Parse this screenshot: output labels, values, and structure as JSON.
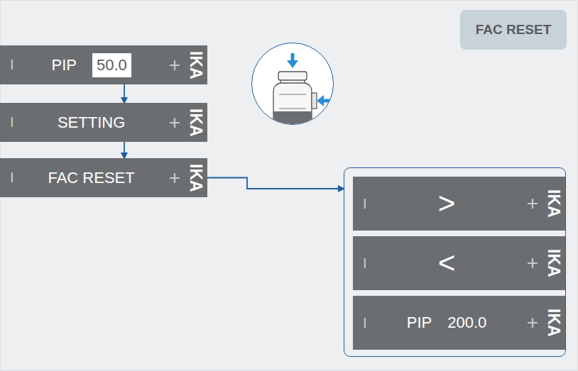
{
  "diagram": {
    "nodes": [
      {
        "text": [
          "FAC RESET"
        ]
      },
      {
        "text": [
          "I",
          "PIP",
          "50.0",
          "+",
          "IKA"
        ]
      },
      {
        "text": [
          "I",
          "SETTING",
          "+",
          "IKA"
        ]
      },
      {
        "text": [
          "I",
          "FAC RESET",
          "+",
          "IKA"
        ]
      },
      {
        "text": []
      },
      {
        "text": [
          "I",
          ">",
          "+",
          "IKA"
        ],
        "in": 4
      },
      {
        "text": [
          "I",
          "<",
          "+",
          "IKA"
        ],
        "in": 4
      },
      {
        "text": [
          "I",
          "PIP",
          "200.0",
          "+",
          "IKA"
        ],
        "in": 4
      }
    ],
    "edges": [
      {
        "from": 1,
        "to": 2,
        "arrow": "to"
      },
      {
        "from": 2,
        "to": 3,
        "arrow": "to"
      },
      {
        "from": 3,
        "to": 4,
        "arrow": "to"
      }
    ],
    "labels": [
      "IKA"
    ]
  }
}
